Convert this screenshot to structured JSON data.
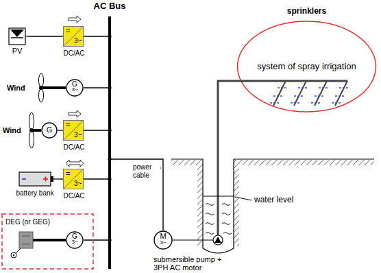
{
  "diagram": {
    "nodes": [
      {
        "text": [
          "AC Bus"
        ]
      },
      {
        "text": [
          "PV"
        ]
      },
      {
        "text": [
          "=",
          "3~",
          "DC/AC"
        ]
      },
      {
        "text": [
          "Wind"
        ]
      },
      {
        "text": [
          "G",
          "3~"
        ]
      },
      {
        "text": [
          "Wind"
        ]
      },
      {
        "text": [
          "G"
        ]
      },
      {
        "text": [
          "=",
          "3~",
          "DC/AC"
        ]
      },
      {
        "text": [
          "battery bank"
        ]
      },
      {
        "text": [
          "=",
          "3~",
          "DC/AC"
        ]
      },
      {
        "text": [
          "DEG (or GEG)"
        ]
      },
      {
        "text": [
          "G",
          "3~"
        ]
      },
      {
        "text": [
          "M",
          "3~"
        ]
      },
      {
        "text": [
          "sprinklers",
          "system of spray irrigation"
        ]
      }
    ],
    "edges": [
      {
        "from": 1,
        "to": 2,
        "arrow": "none"
      },
      {
        "from": 2,
        "to": 0,
        "arrow": "none"
      },
      {
        "from": 3,
        "to": 4,
        "arrow": "none"
      },
      {
        "from": 4,
        "to": 0,
        "arrow": "none"
      },
      {
        "from": 5,
        "to": 6,
        "arrow": "none"
      },
      {
        "from": 6,
        "to": 7,
        "arrow": "none"
      },
      {
        "from": 7,
        "to": 0,
        "arrow": "none"
      },
      {
        "from": 8,
        "to": 9,
        "arrow": "none"
      },
      {
        "from": 9,
        "to": 0,
        "arrow": "none"
      },
      {
        "from": 10,
        "to": 11,
        "arrow": "none"
      },
      {
        "from": 11,
        "to": 0,
        "arrow": "none"
      },
      {
        "from": 0,
        "to": 12,
        "label": "power cable",
        "arrow": "none"
      },
      {
        "from": 12,
        "to": 13,
        "arrow": "none"
      }
    ],
    "labels": [
      "submersible pump + 3PH AC motor",
      "water level"
    ]
  }
}
